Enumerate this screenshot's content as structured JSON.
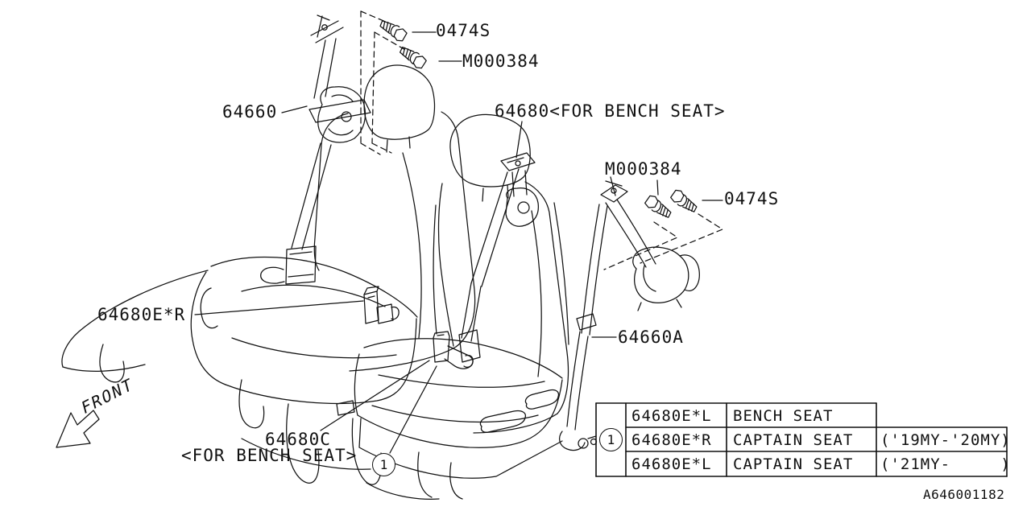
{
  "meta": {
    "doc_number": "A646001182"
  },
  "diagram": {
    "front_label": "FRONT",
    "callout": "1",
    "part_labels": {
      "bolt_top": "0474S",
      "screw_top": "M000384",
      "shoulder_belt_left": "64660",
      "center_belt": "64680<FOR BENCH SEAT>",
      "screw_right": "M000384",
      "bolt_right": "0474S",
      "outer_buckle": "64680E*R",
      "shoulder_belt_right": "64660A",
      "center_buckle": "64680C",
      "center_buckle_note": "<FOR BENCH SEAT>"
    }
  },
  "table": {
    "callout": "1",
    "rows": [
      {
        "part_no": "64680E*L",
        "seat_type": "BENCH SEAT",
        "model_years": ""
      },
      {
        "part_no": "64680E*R",
        "seat_type": "CAPTAIN SEAT",
        "model_years": "('19MY-'20MY)"
      },
      {
        "part_no": "64680E*L",
        "seat_type": "CAPTAIN SEAT",
        "model_years": "('21MY-     )"
      }
    ]
  }
}
